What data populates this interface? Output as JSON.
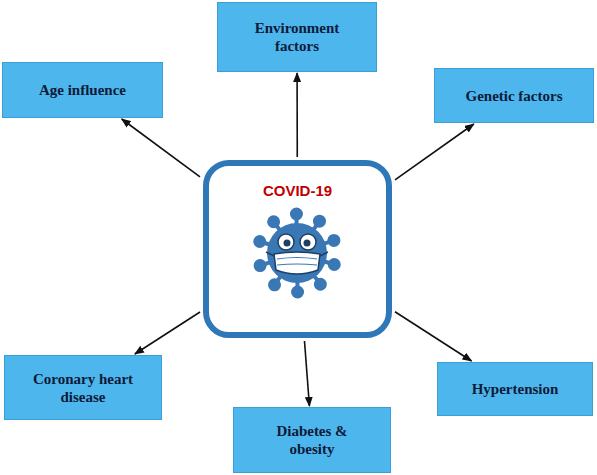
{
  "diagram": {
    "nodes": [
      {
        "text": [
          "Environment factors"
        ]
      },
      {
        "text": [
          "Age influence"
        ]
      },
      {
        "text": [
          "Genetic factors"
        ]
      },
      {
        "text": [
          "COVID-19"
        ]
      },
      {
        "text": [
          "Coronary heart disease"
        ]
      },
      {
        "text": [
          "Hypertension"
        ]
      },
      {
        "text": [
          "Diabetes & obesity"
        ]
      }
    ],
    "edges": [
      {
        "from": 3,
        "to": 0,
        "arrow": "to"
      },
      {
        "from": 3,
        "to": 1,
        "arrow": "to"
      },
      {
        "from": 3,
        "to": 2,
        "arrow": "to"
      },
      {
        "from": 3,
        "to": 4,
        "arrow": "to"
      },
      {
        "from": 3,
        "to": 5,
        "arrow": "to"
      },
      {
        "from": 3,
        "to": 6,
        "arrow": "to"
      }
    ]
  }
}
